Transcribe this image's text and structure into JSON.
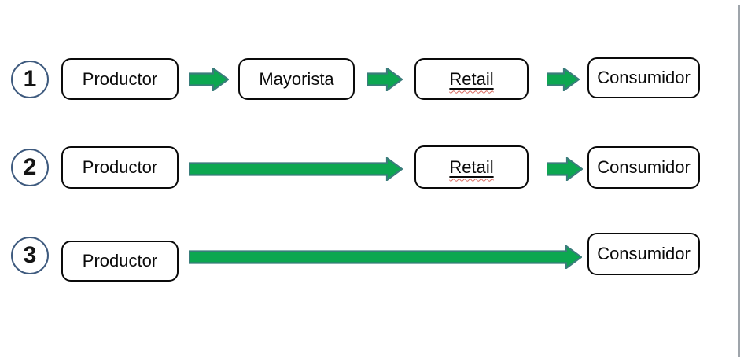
{
  "diagram": {
    "description": "Distribution channel levels diagram",
    "colors": {
      "arrow_fill": "#0ca750",
      "arrow_stroke": "#3a7d7b",
      "circle_border": "#3e5a7e",
      "box_border": "#0a0a0a",
      "squiggle_red": "#d96a5f",
      "divider_gray": "#9fa5ab",
      "background": "#ffffff"
    },
    "rows": [
      {
        "number": "1",
        "boxes": [
          {
            "label": "Productor"
          },
          {
            "label": "Mayorista"
          },
          {
            "label": "Retail"
          },
          {
            "label": "Consumidor"
          }
        ]
      },
      {
        "number": "2",
        "boxes": [
          {
            "label": "Productor"
          },
          {
            "label": "Retail"
          },
          {
            "label": "Consumidor"
          }
        ]
      },
      {
        "number": "3",
        "boxes": [
          {
            "label": "Productor"
          },
          {
            "label": "Consumidor"
          }
        ]
      }
    ]
  }
}
